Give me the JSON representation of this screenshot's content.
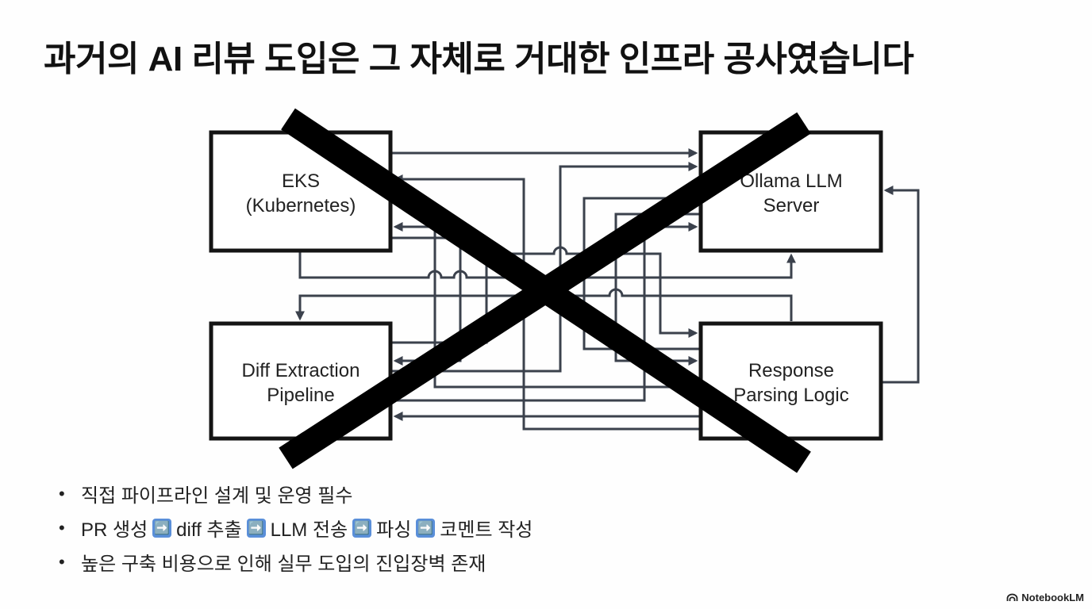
{
  "slide": {
    "title": "과거의 AI 리뷰 도입은 그 자체로 거대한 인프라 공사였습니다"
  },
  "diagram": {
    "boxes": {
      "eks": {
        "line1": "EKS",
        "line2": "(Kubernetes)"
      },
      "ollama": {
        "line1": "Ollama LLM",
        "line2": "Server"
      },
      "diff": {
        "line1": "Diff Extraction",
        "line2": "Pipeline"
      },
      "response": {
        "line1": "Response",
        "line2": "Parsing Logic"
      }
    },
    "crossed_out": true,
    "colors": {
      "connector": "#3b414c",
      "box_border": "#141414",
      "cross": "#000000"
    }
  },
  "bullets": {
    "marker": "•",
    "items": [
      {
        "text": "직접 파이프라인 설계 및 운영 필수"
      },
      {
        "steps": [
          "PR 생성",
          "diff 추출",
          "LLM 전송",
          "파싱",
          "코멘트 작성"
        ],
        "separator": "➡️"
      },
      {
        "text": "높은 구축 비용으로 인해 실무 도입의 진입장벽 존재"
      }
    ]
  },
  "branding": {
    "name": "NotebookLM",
    "icon": "notebooklm-logo-icon"
  },
  "colors": {
    "background": "#fefefe",
    "title": "#111111",
    "body_text": "#222222",
    "arrow_emoji": "#5a8fd9"
  }
}
